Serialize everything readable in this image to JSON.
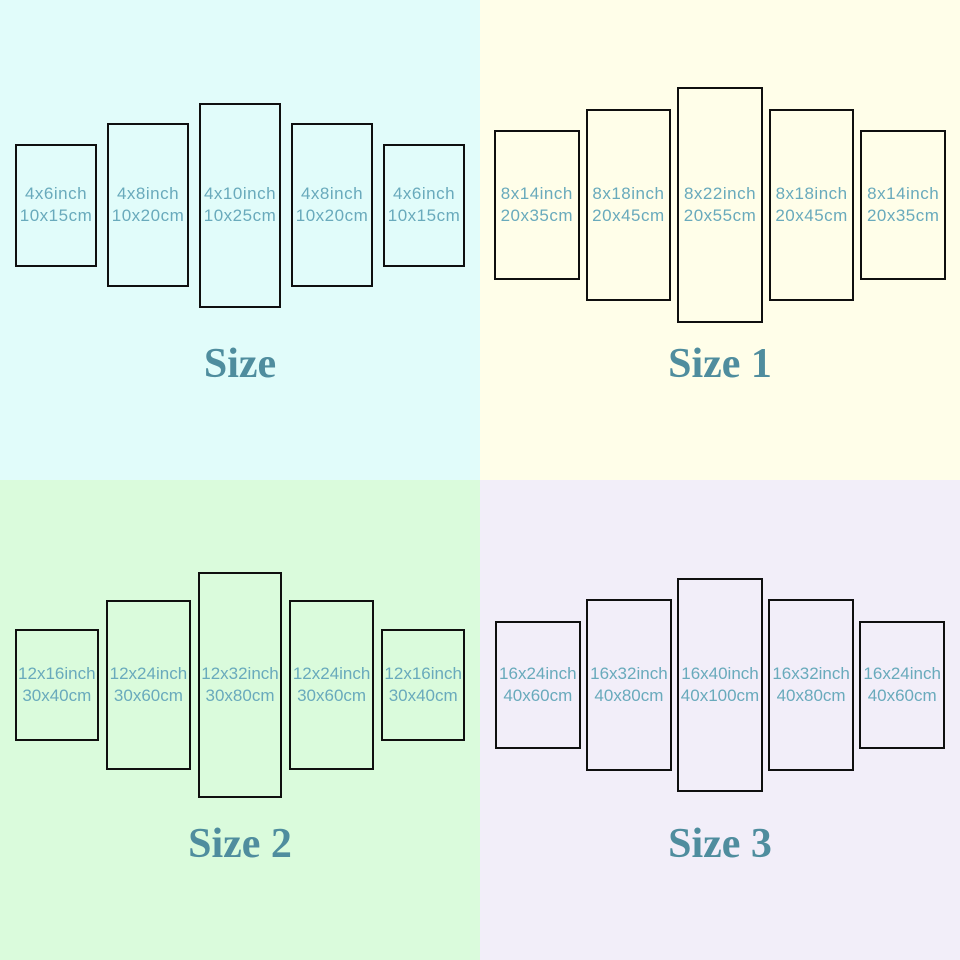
{
  "colors": {
    "panel_border": "#0f0f0f",
    "label_text": "#69aabc",
    "title_text": "#4f8d9e",
    "bg_top_left": "#e1fcfa",
    "bg_top_right": "#fffee9",
    "bg_bottom_left": "#dafbdc",
    "bg_bottom_right": "#f2eef9"
  },
  "quadrants": [
    {
      "title": "Size",
      "background": "#e1fcfa",
      "panels": [
        {
          "inch": "4x6inch",
          "cm": "10x15cm",
          "w_in": 4,
          "h_in": 6
        },
        {
          "inch": "4x8inch",
          "cm": "10x20cm",
          "w_in": 4,
          "h_in": 8
        },
        {
          "inch": "4x10inch",
          "cm": "10x25cm",
          "w_in": 4,
          "h_in": 10
        },
        {
          "inch": "4x8inch",
          "cm": "10x20cm",
          "w_in": 4,
          "h_in": 8
        },
        {
          "inch": "4x6inch",
          "cm": "10x15cm",
          "w_in": 4,
          "h_in": 6
        }
      ]
    },
    {
      "title": "Size 1",
      "background": "#fffee9",
      "panels": [
        {
          "inch": "8x14inch",
          "cm": "20x35cm",
          "w_in": 8,
          "h_in": 14
        },
        {
          "inch": "8x18inch",
          "cm": "20x45cm",
          "w_in": 8,
          "h_in": 18
        },
        {
          "inch": "8x22inch",
          "cm": "20x55cm",
          "w_in": 8,
          "h_in": 22
        },
        {
          "inch": "8x18inch",
          "cm": "20x45cm",
          "w_in": 8,
          "h_in": 18
        },
        {
          "inch": "8x14inch",
          "cm": "20x35cm",
          "w_in": 8,
          "h_in": 14
        }
      ]
    },
    {
      "title": "Size 2",
      "background": "#dafbdc",
      "panels": [
        {
          "inch": "12x16inch",
          "cm": "30x40cm",
          "w_in": 12,
          "h_in": 16
        },
        {
          "inch": "12x24inch",
          "cm": "30x60cm",
          "w_in": 12,
          "h_in": 24
        },
        {
          "inch": "12x32inch",
          "cm": "30x80cm",
          "w_in": 12,
          "h_in": 32
        },
        {
          "inch": "12x24inch",
          "cm": "30x60cm",
          "w_in": 12,
          "h_in": 24
        },
        {
          "inch": "12x16inch",
          "cm": "30x40cm",
          "w_in": 12,
          "h_in": 16
        }
      ]
    },
    {
      "title": "Size 3",
      "background": "#f2eef9",
      "panels": [
        {
          "inch": "16x24inch",
          "cm": "40x60cm",
          "w_in": 16,
          "h_in": 24
        },
        {
          "inch": "16x32inch",
          "cm": "40x80cm",
          "w_in": 16,
          "h_in": 32
        },
        {
          "inch": "16x40inch",
          "cm": "40x100cm",
          "w_in": 16,
          "h_in": 40
        },
        {
          "inch": "16x32inch",
          "cm": "40x80cm",
          "w_in": 16,
          "h_in": 32
        },
        {
          "inch": "16x24inch",
          "cm": "40x60cm",
          "w_in": 16,
          "h_in": 24
        }
      ]
    }
  ]
}
